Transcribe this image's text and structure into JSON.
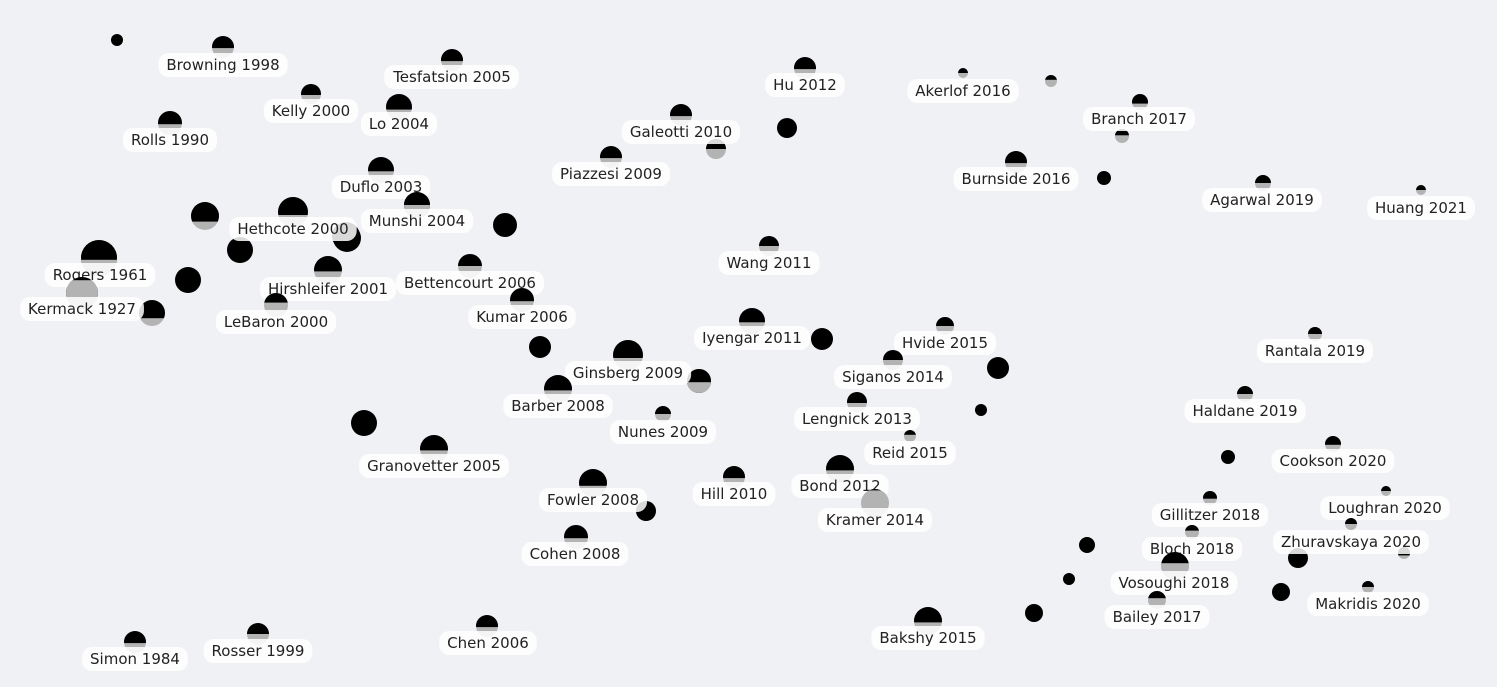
{
  "colors": {
    "background": "#eff1f5",
    "dark": "#000000",
    "light": "#b3b3b3",
    "label_bg": "#ffffff",
    "text": "#222222"
  },
  "papers": [
    {
      "label": "Browning 1998",
      "frac": 0.55
    },
    {
      "label": "Tesfatsion 2005",
      "frac": 0.55
    },
    {
      "label": "Kelly 2000",
      "frac": 0.55
    },
    {
      "label": "Lo 2004",
      "frac": 0.6
    },
    {
      "label": "Rolls 1990",
      "frac": 0.55
    },
    {
      "label": "Hu 2012",
      "frac": 0.55
    },
    {
      "label": "Akerlof 2016",
      "frac": 0.5
    },
    {
      "label": "Branch 2017",
      "frac": 0.6
    },
    {
      "label": "Galeotti 2010",
      "frac": 0.55
    },
    {
      "label": "Piazzesi 2009",
      "frac": 0.55
    },
    {
      "label": "Burnside 2016",
      "frac": 0.55
    },
    {
      "label": "Agarwal 2019",
      "frac": 0.5
    },
    {
      "label": "Huang 2021",
      "frac": 0.5
    },
    {
      "label": "Duflo 2003",
      "frac": 0.55
    },
    {
      "label": "Munshi 2004",
      "frac": 0.5
    },
    {
      "label": "Hethcote 2000",
      "frac": 0.6
    },
    {
      "label": "Rogers 1961",
      "frac": 0.55
    },
    {
      "label": "Kermack 1927",
      "frac": 0.1
    },
    {
      "label": "Hirshleifer 2001",
      "frac": 0.55
    },
    {
      "label": "LeBaron 2000",
      "frac": 0.4
    },
    {
      "label": "Bettencourt 2006",
      "frac": 0.5
    },
    {
      "label": "Kumar 2006",
      "frac": 0.55
    },
    {
      "label": "Wang 2011",
      "frac": 0.5
    },
    {
      "label": "Iyengar 2011",
      "frac": 0.55
    },
    {
      "label": "Hvide 2015",
      "frac": 0.5
    },
    {
      "label": "Siganos 2014",
      "frac": 0.5
    },
    {
      "label": "Ginsberg 2009",
      "frac": 0.6
    },
    {
      "label": "Barber 2008",
      "frac": 0.55
    },
    {
      "label": "Nunes 2009",
      "frac": 0.5
    },
    {
      "label": "Lengnick 2013",
      "frac": 0.55
    },
    {
      "label": "Reid 2015",
      "frac": 0.4
    },
    {
      "label": "Rantala 2019",
      "frac": 0.5
    },
    {
      "label": "Haldane 2019",
      "frac": 0.5
    },
    {
      "label": "Cookson 2020",
      "frac": 0.55
    },
    {
      "label": "Granovetter 2005",
      "frac": 0.55
    },
    {
      "label": "Hill 2010",
      "frac": 0.55
    },
    {
      "label": "Bond 2012",
      "frac": 0.55
    },
    {
      "label": "Kramer 2014",
      "frac": 0.05
    },
    {
      "label": "Fowler 2008",
      "frac": 0.6
    },
    {
      "label": "Gillitzer 2018",
      "frac": 0.55
    },
    {
      "label": "Loughran 2020",
      "frac": 0.5
    },
    {
      "label": "Bloch 2018",
      "frac": 0.4
    },
    {
      "label": "Zhuravskaya 2020",
      "frac": 0.5
    },
    {
      "label": "Vosoughi 2018",
      "frac": 0.4
    },
    {
      "label": "Bailey 2017",
      "frac": 0.4
    },
    {
      "label": "Makridis 2020",
      "frac": 0.5
    },
    {
      "label": "Cohen 2008",
      "frac": 0.55
    },
    {
      "label": "Simon 1984",
      "frac": 0.55
    },
    {
      "label": "Rosser 1999",
      "frac": 0.5
    },
    {
      "label": "Chen 2006",
      "frac": 0.55
    },
    {
      "label": "Bakshy 2015",
      "frac": 0.55
    }
  ],
  "nodes": [
    {
      "frac": 1.0
    },
    {
      "frac": 0.4
    },
    {
      "frac": 0.45
    },
    {
      "frac": 0.5
    },
    {
      "frac": 0.7
    },
    {
      "frac": 1.0
    },
    {
      "frac": 1.0
    },
    {
      "frac": 0.7
    },
    {
      "frac": 1.0
    },
    {
      "frac": 1.0
    },
    {
      "frac": 1.0
    },
    {
      "frac": 1.0
    },
    {
      "frac": 0.7
    },
    {
      "frac": 1.0
    },
    {
      "frac": 1.0
    },
    {
      "frac": 1.0
    },
    {
      "frac": 1.0
    },
    {
      "frac": 1.0
    },
    {
      "frac": 1.0
    },
    {
      "frac": 1.0
    },
    {
      "frac": 1.0
    },
    {
      "frac": 1.0
    },
    {
      "frac": 1.0
    },
    {
      "frac": 1.0
    },
    {
      "frac": 1.0
    },
    {
      "frac": 1.0
    },
    {
      "frac": 1.0
    },
    {
      "frac": 1.0
    },
    {
      "frac": 1.0
    },
    {
      "frac": 1.0
    },
    {
      "frac": 0.55
    }
  ]
}
